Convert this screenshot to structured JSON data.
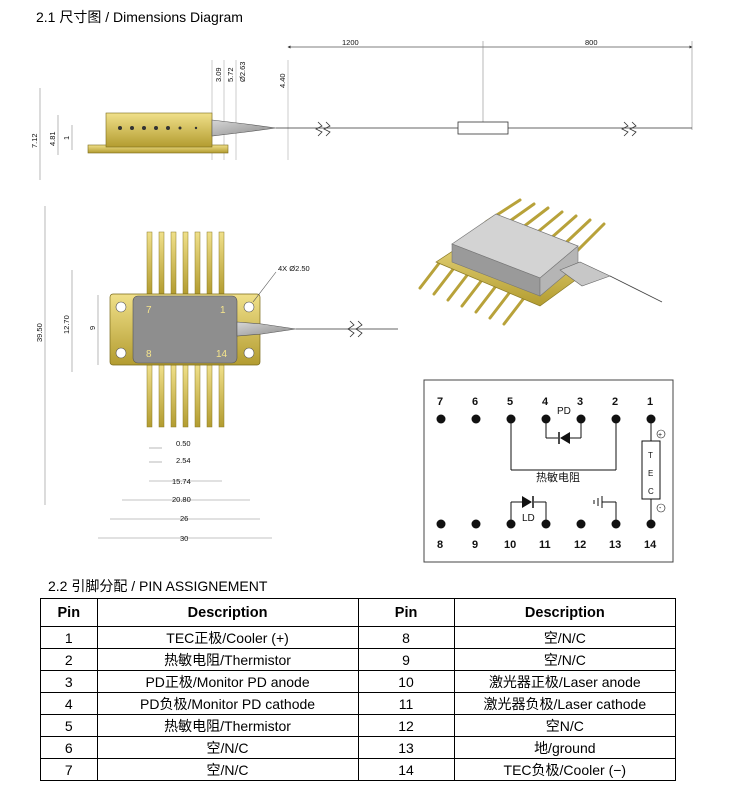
{
  "headings": {
    "dimensions": "2.1 尺寸图 / Dimensions Diagram",
    "pin_assignment": "2.2 引脚分配 / PIN ASSIGNEMENT"
  },
  "side_view": {
    "fiber_lengths": [
      "1200",
      "800"
    ],
    "dims": [
      "3.09",
      "5.72",
      "Ø2.63",
      "4.40",
      "7.12",
      "4.81",
      "1"
    ]
  },
  "top_view": {
    "pin_labels": [
      "7",
      "1",
      "8",
      "14"
    ],
    "hole_note": "4X Ø2.50",
    "dims": [
      "39.50",
      "12.70",
      "9",
      "0.50",
      "2.54",
      "15.74",
      "20.80",
      "26",
      "30"
    ]
  },
  "schematic": {
    "top_pins": [
      "7",
      "6",
      "5",
      "4",
      "3",
      "2",
      "1"
    ],
    "bottom_pins": [
      "8",
      "9",
      "10",
      "11",
      "12",
      "13",
      "14"
    ],
    "pd_label": "PD",
    "ld_label": "LD",
    "thermistor_label": "热敏电阻",
    "tec_letters": [
      "T",
      "E",
      "C"
    ],
    "tec_plus": "+",
    "tec_minus": "-"
  },
  "pin_table": {
    "headers": [
      "Pin",
      "Description",
      "Pin",
      "Description"
    ],
    "rows": [
      [
        "1",
        "TEC正极/Cooler (+)",
        "8",
        "空/N/C"
      ],
      [
        "2",
        "热敏电阻/Thermistor",
        "9",
        "空/N/C"
      ],
      [
        "3",
        "PD正极/Monitor PD anode",
        "10",
        "激光器正极/Laser anode"
      ],
      [
        "4",
        "PD负极/Monitor PD cathode",
        "11",
        "激光器负极/Laser cathode"
      ],
      [
        "5",
        "热敏电阻/Thermistor",
        "12",
        "空N/C"
      ],
      [
        "6",
        "空/N/C",
        "13",
        "地/ground"
      ],
      [
        "7",
        "空/N/C",
        "14",
        "TEC负极/Cooler (−)"
      ]
    ]
  },
  "colors": {
    "gold": "#d8c65a",
    "gold_dark": "#9c8a2a",
    "body_gray": "#8d8d8d",
    "ferrule": "#c9c9c9"
  }
}
